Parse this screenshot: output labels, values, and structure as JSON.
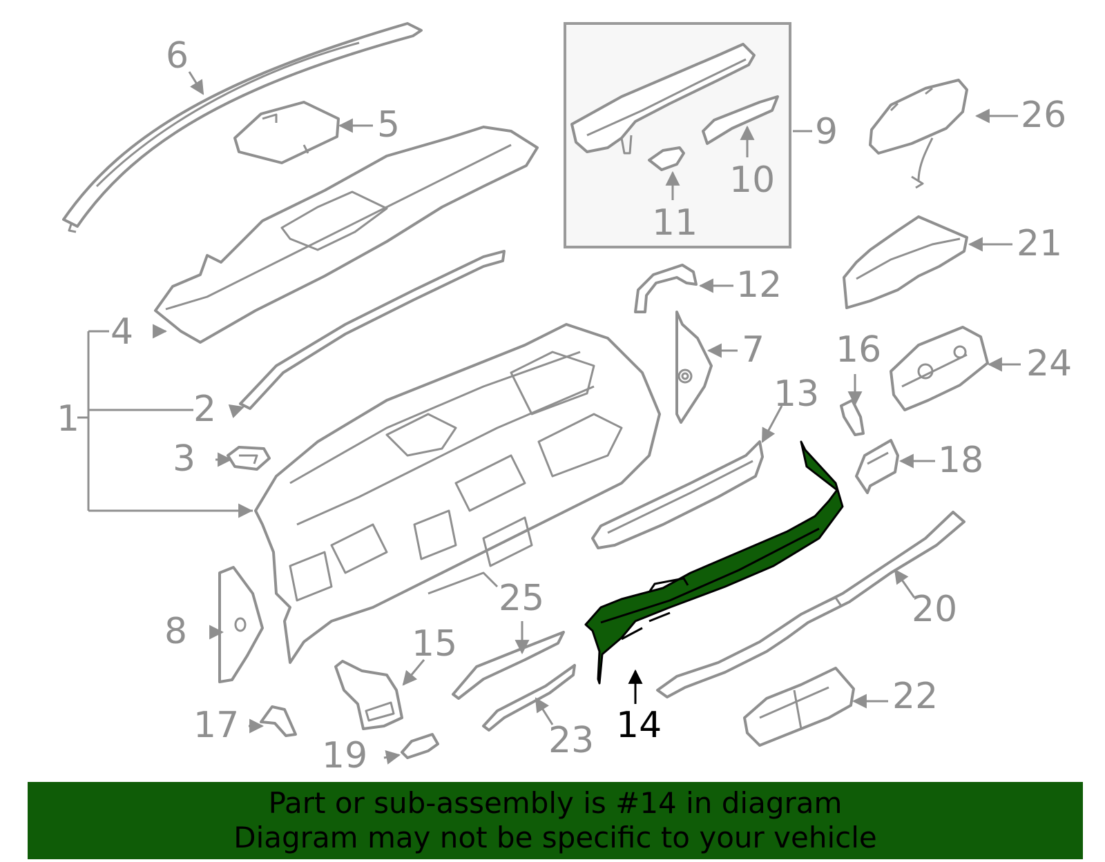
{
  "diagram": {
    "highlight_color": "#0f5c07",
    "outline_color": "#8f8f8f",
    "highlighted_part": "14",
    "callouts": {
      "c1": "1",
      "c2": "2",
      "c3": "3",
      "c4": "4",
      "c5": "5",
      "c6": "6",
      "c7": "7",
      "c8": "8",
      "c9": "9",
      "c10": "10",
      "c11": "11",
      "c12": "12",
      "c13": "13",
      "c14": "14",
      "c15": "15",
      "c16": "16",
      "c17": "17",
      "c18": "18",
      "c19": "19",
      "c20": "20",
      "c21": "21",
      "c22": "22",
      "c23": "23",
      "c24": "24",
      "c25": "25",
      "c26": "26"
    }
  },
  "banner": {
    "line1": "Part or sub-assembly is #14 in diagram",
    "line2": "Diagram may not be specific to your vehicle",
    "background": "#0f5c07"
  }
}
